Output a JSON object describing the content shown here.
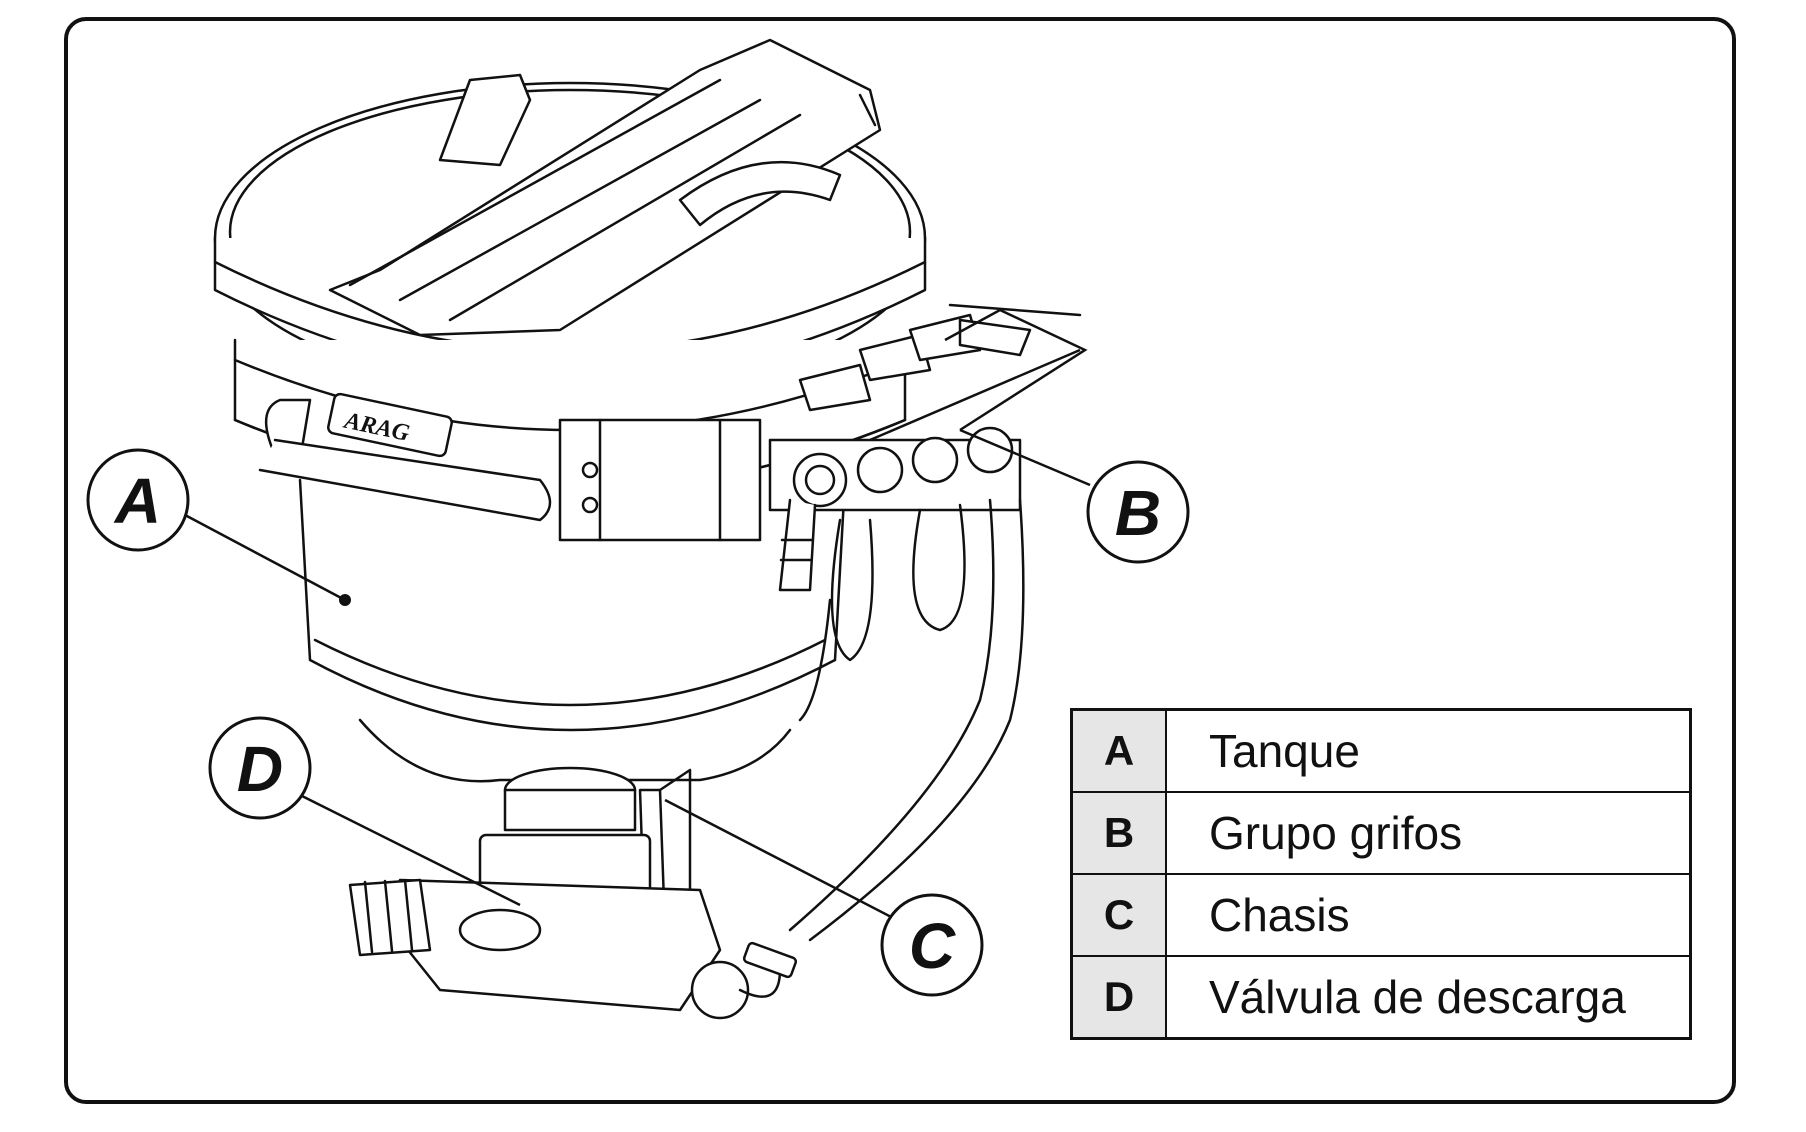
{
  "brand": "ARAG",
  "callouts": [
    "A",
    "B",
    "C",
    "D"
  ],
  "legend": [
    {
      "key": "A",
      "label": "Tanque"
    },
    {
      "key": "B",
      "label": "Grupo grifos"
    },
    {
      "key": "C",
      "label": "Chasis"
    },
    {
      "key": "D",
      "label": "Válvula de descarga"
    }
  ],
  "colors": {
    "line": "#111111",
    "key_cell": "#e6e6e6",
    "background": "#ffffff"
  }
}
